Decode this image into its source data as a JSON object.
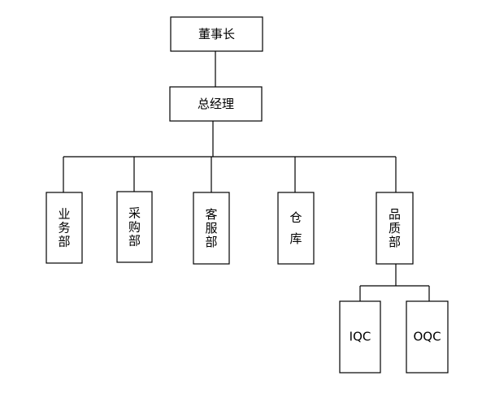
{
  "nodes": {
    "chairman": "董事长",
    "general_manager": "总经理",
    "business": "业务部",
    "purchasing": "采购部",
    "customer_service": "客服部",
    "warehouse": "仓库",
    "quality": "品质部",
    "iqc": "IQC",
    "oqc": "OQC"
  }
}
